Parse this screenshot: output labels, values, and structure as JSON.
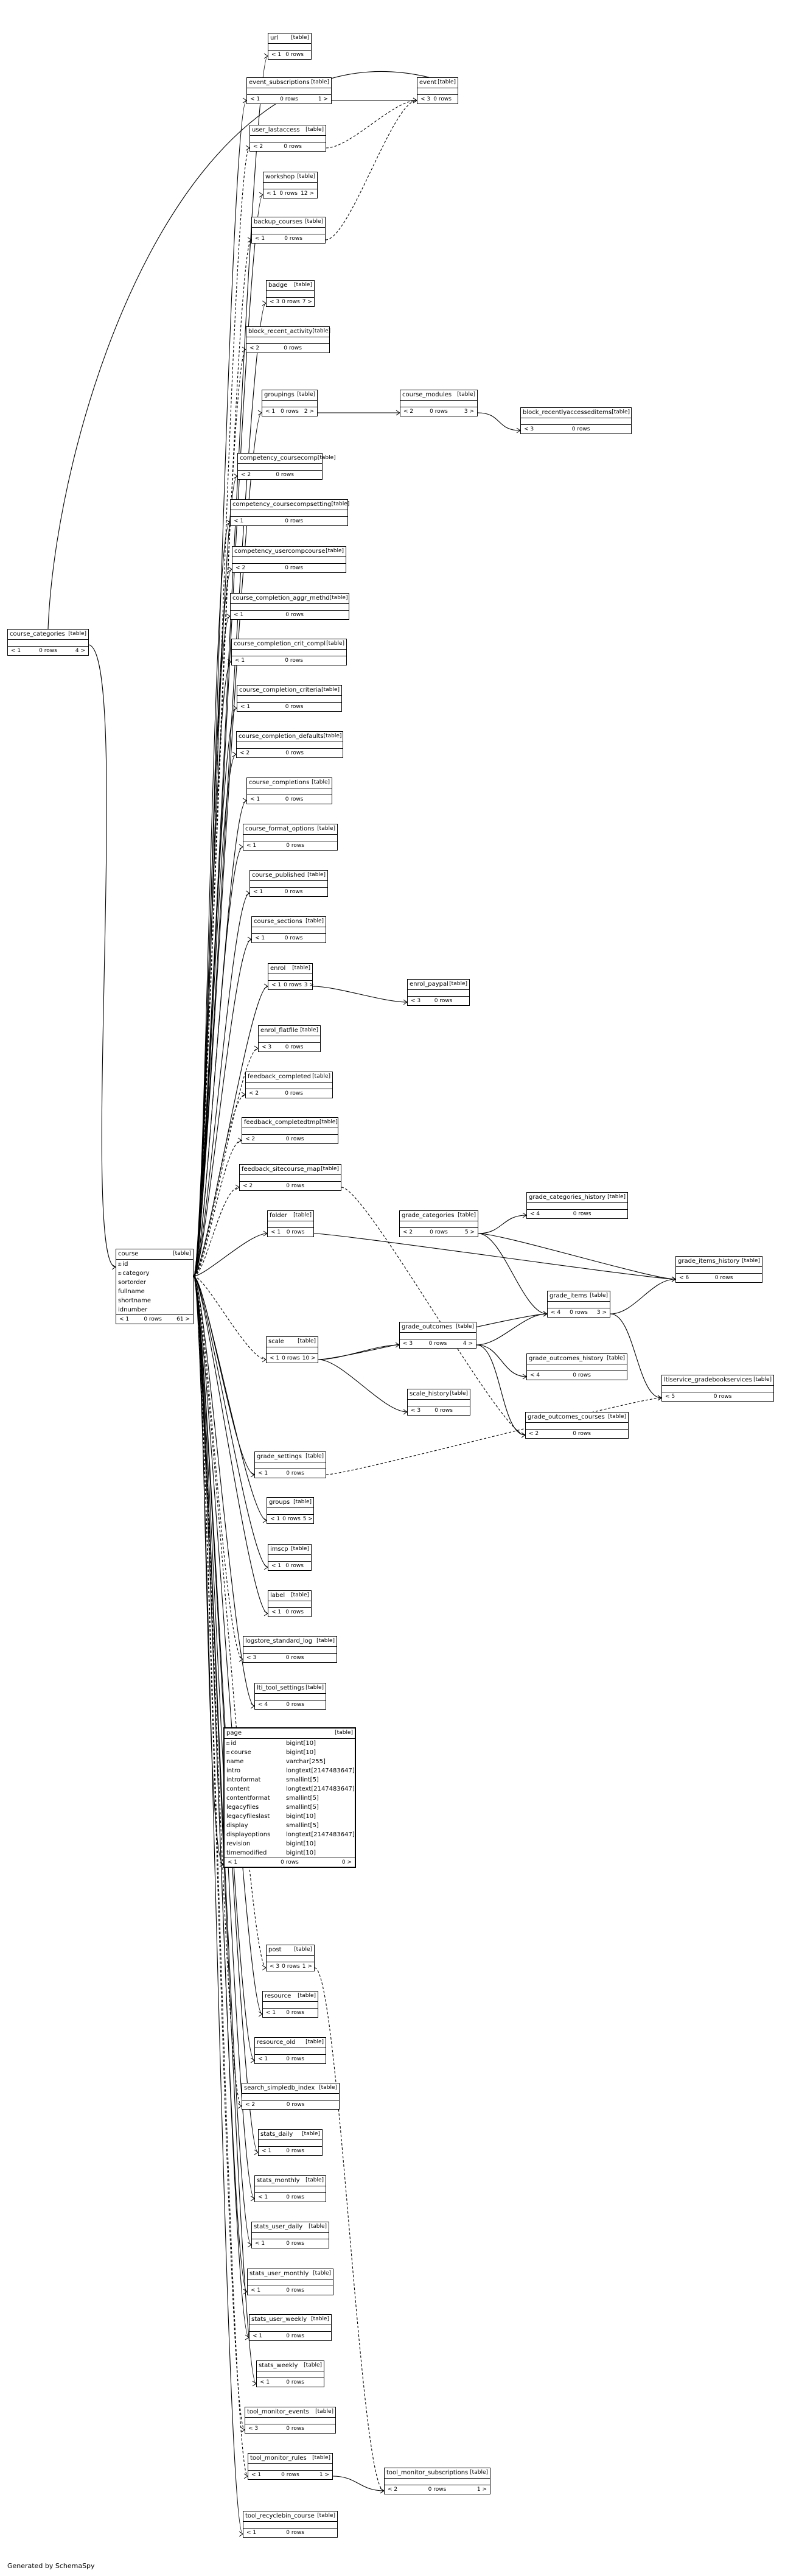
{
  "footer_text": "Generated by SchemaSpy",
  "tables": {
    "course": {
      "name": "course",
      "kind": "[table]",
      "cols": [
        "id",
        "category",
        "sortorder",
        "fullname",
        "shortname",
        "idnumber"
      ],
      "foot": [
        "< 1",
        "0 rows",
        "61 >"
      ]
    },
    "course_categories": {
      "name": "course_categories",
      "kind": "[table]",
      "foot": [
        "< 1",
        "0 rows",
        "4 >"
      ]
    },
    "url": {
      "name": "url",
      "kind": "[table]",
      "foot": [
        "< 1",
        "0 rows",
        ""
      ]
    },
    "event_subscriptions": {
      "name": "event_subscriptions",
      "kind": "[table]",
      "foot": [
        "< 1",
        "0 rows",
        "1 >"
      ]
    },
    "event": {
      "name": "event",
      "kind": "[table]",
      "foot": [
        "< 3",
        "0 rows",
        ""
      ]
    },
    "user_lastaccess": {
      "name": "user_lastaccess",
      "kind": "[table]",
      "foot": [
        "< 2",
        "0 rows",
        ""
      ]
    },
    "workshop": {
      "name": "workshop",
      "kind": "[table]",
      "foot": [
        "< 1",
        "0 rows",
        "12 >"
      ]
    },
    "backup_courses": {
      "name": "backup_courses",
      "kind": "[table]",
      "foot": [
        "< 1",
        "0 rows",
        ""
      ]
    },
    "badge": {
      "name": "badge",
      "kind": "[table]",
      "foot": [
        "< 3",
        "0 rows",
        "7 >"
      ]
    },
    "block_recent_activity": {
      "name": "block_recent_activity",
      "kind": "[table]",
      "foot": [
        "< 2",
        "0 rows",
        ""
      ]
    },
    "groupings": {
      "name": "groupings",
      "kind": "[table]",
      "foot": [
        "< 1",
        "0 rows",
        "2 >"
      ]
    },
    "course_modules": {
      "name": "course_modules",
      "kind": "[table]",
      "foot": [
        "< 2",
        "0 rows",
        "3 >"
      ]
    },
    "block_recentlyaccesseditems": {
      "name": "block_recentlyaccesseditems",
      "kind": "[table]",
      "foot": [
        "< 3",
        "0 rows",
        ""
      ]
    },
    "competency_coursecomp": {
      "name": "competency_coursecomp",
      "kind": "[table]",
      "foot": [
        "< 2",
        "0 rows",
        ""
      ]
    },
    "competency_coursecompsetting": {
      "name": "competency_coursecompsetting",
      "kind": "[table]",
      "foot": [
        "< 1",
        "0 rows",
        ""
      ]
    },
    "competency_usercompcourse": {
      "name": "competency_usercompcourse",
      "kind": "[table]",
      "foot": [
        "< 2",
        "0 rows",
        ""
      ]
    },
    "course_completion_aggr_methd": {
      "name": "course_completion_aggr_methd",
      "kind": "[table]",
      "foot": [
        "< 1",
        "0 rows",
        ""
      ]
    },
    "course_completion_crit_compl": {
      "name": "course_completion_crit_compl",
      "kind": "[table]",
      "foot": [
        "< 1",
        "0 rows",
        ""
      ]
    },
    "course_completion_criteria": {
      "name": "course_completion_criteria",
      "kind": "[table]",
      "foot": [
        "< 1",
        "0 rows",
        ""
      ]
    },
    "course_completion_defaults": {
      "name": "course_completion_defaults",
      "kind": "[table]",
      "foot": [
        "< 2",
        "0 rows",
        ""
      ]
    },
    "course_completions": {
      "name": "course_completions",
      "kind": "[table]",
      "foot": [
        "< 1",
        "0 rows",
        ""
      ]
    },
    "course_format_options": {
      "name": "course_format_options",
      "kind": "[table]",
      "foot": [
        "< 1",
        "0 rows",
        ""
      ]
    },
    "course_published": {
      "name": "course_published",
      "kind": "[table]",
      "foot": [
        "< 1",
        "0 rows",
        ""
      ]
    },
    "course_sections": {
      "name": "course_sections",
      "kind": "[table]",
      "foot": [
        "< 1",
        "0 rows",
        ""
      ]
    },
    "enrol": {
      "name": "enrol",
      "kind": "[table]",
      "foot": [
        "< 1",
        "0 rows",
        "3 >"
      ]
    },
    "enrol_paypal": {
      "name": "enrol_paypal",
      "kind": "[table]",
      "foot": [
        "< 3",
        "0 rows",
        ""
      ]
    },
    "enrol_flatfile": {
      "name": "enrol_flatfile",
      "kind": "[table]",
      "foot": [
        "< 3",
        "0 rows",
        ""
      ]
    },
    "feedback_completed": {
      "name": "feedback_completed",
      "kind": "[table]",
      "foot": [
        "< 2",
        "0 rows",
        ""
      ]
    },
    "feedback_completedtmp": {
      "name": "feedback_completedtmp",
      "kind": "[table]",
      "foot": [
        "< 2",
        "0 rows",
        ""
      ]
    },
    "feedback_sitecourse_map": {
      "name": "feedback_sitecourse_map",
      "kind": "[table]",
      "foot": [
        "< 2",
        "0 rows",
        ""
      ]
    },
    "folder": {
      "name": "folder",
      "kind": "[table]",
      "foot": [
        "< 1",
        "0 rows",
        ""
      ]
    },
    "grade_categories": {
      "name": "grade_categories",
      "kind": "[table]",
      "foot": [
        "< 2",
        "0 rows",
        "5 >"
      ]
    },
    "grade_categories_history": {
      "name": "grade_categories_history",
      "kind": "[table]",
      "foot": [
        "< 4",
        "0 rows",
        ""
      ]
    },
    "grade_items_history": {
      "name": "grade_items_history",
      "kind": "[table]",
      "foot": [
        "< 6",
        "0 rows",
        ""
      ]
    },
    "grade_items": {
      "name": "grade_items",
      "kind": "[table]",
      "foot": [
        "< 4",
        "0 rows",
        "3 >"
      ]
    },
    "scale": {
      "name": "scale",
      "kind": "[table]",
      "foot": [
        "< 1",
        "0 rows",
        "10 >"
      ]
    },
    "grade_outcomes": {
      "name": "grade_outcomes",
      "kind": "[table]",
      "foot": [
        "< 3",
        "0 rows",
        "4 >"
      ]
    },
    "grade_outcomes_history": {
      "name": "grade_outcomes_history",
      "kind": "[table]",
      "foot": [
        "< 4",
        "0 rows",
        ""
      ]
    },
    "ltiservice_gradebookservices": {
      "name": "ltiservice_gradebookservices",
      "kind": "[table]",
      "foot": [
        "< 5",
        "0 rows",
        ""
      ]
    },
    "scale_history": {
      "name": "scale_history",
      "kind": "[table]",
      "foot": [
        "< 3",
        "0 rows",
        ""
      ]
    },
    "grade_outcomes_courses": {
      "name": "grade_outcomes_courses",
      "kind": "[table]",
      "foot": [
        "< 2",
        "0 rows",
        ""
      ]
    },
    "grade_settings": {
      "name": "grade_settings",
      "kind": "[table]",
      "foot": [
        "< 1",
        "0 rows",
        ""
      ]
    },
    "groups": {
      "name": "groups",
      "kind": "[table]",
      "foot": [
        "< 1",
        "0 rows",
        "5 >"
      ]
    },
    "imscp": {
      "name": "imscp",
      "kind": "[table]",
      "foot": [
        "< 1",
        "0 rows",
        ""
      ]
    },
    "label": {
      "name": "label",
      "kind": "[table]",
      "foot": [
        "< 1",
        "0 rows",
        ""
      ]
    },
    "logstore_standard_log": {
      "name": "logstore_standard_log",
      "kind": "[table]",
      "foot": [
        "< 3",
        "0 rows",
        ""
      ]
    },
    "lti_tool_settings": {
      "name": "lti_tool_settings",
      "kind": "[table]",
      "foot": [
        "< 4",
        "0 rows",
        ""
      ]
    },
    "page": {
      "name": "page",
      "kind": "[table]",
      "cols": [
        {
          "n": "id",
          "t": "bigint[10]"
        },
        {
          "n": "course",
          "t": "bigint[10]"
        },
        {
          "n": "name",
          "t": "varchar[255]"
        },
        {
          "n": "intro",
          "t": "longtext[2147483647]"
        },
        {
          "n": "introformat",
          "t": "smallint[5]"
        },
        {
          "n": "content",
          "t": "longtext[2147483647]"
        },
        {
          "n": "contentformat",
          "t": "smallint[5]"
        },
        {
          "n": "legacyfiles",
          "t": "smallint[5]"
        },
        {
          "n": "legacyfileslast",
          "t": "bigint[10]"
        },
        {
          "n": "display",
          "t": "smallint[5]"
        },
        {
          "n": "displayoptions",
          "t": "longtext[2147483647]"
        },
        {
          "n": "revision",
          "t": "bigint[10]"
        },
        {
          "n": "timemodified",
          "t": "bigint[10]"
        }
      ],
      "foot": [
        "< 1",
        "0 rows",
        "0 >"
      ]
    },
    "post": {
      "name": "post",
      "kind": "[table]",
      "foot": [
        "< 3",
        "0 rows",
        "1 >"
      ]
    },
    "resource": {
      "name": "resource",
      "kind": "[table]",
      "foot": [
        "< 1",
        "0 rows",
        ""
      ]
    },
    "resource_old": {
      "name": "resource_old",
      "kind": "[table]",
      "foot": [
        "< 1",
        "0 rows",
        ""
      ]
    },
    "search_simpledb_index": {
      "name": "search_simpledb_index",
      "kind": "[table]",
      "foot": [
        "< 2",
        "0 rows",
        ""
      ]
    },
    "stats_daily": {
      "name": "stats_daily",
      "kind": "[table]",
      "foot": [
        "< 1",
        "0 rows",
        ""
      ]
    },
    "stats_monthly": {
      "name": "stats_monthly",
      "kind": "[table]",
      "foot": [
        "< 1",
        "0 rows",
        ""
      ]
    },
    "stats_user_daily": {
      "name": "stats_user_daily",
      "kind": "[table]",
      "foot": [
        "< 1",
        "0 rows",
        ""
      ]
    },
    "stats_user_monthly": {
      "name": "stats_user_monthly",
      "kind": "[table]",
      "foot": [
        "< 1",
        "0 rows",
        ""
      ]
    },
    "stats_user_weekly": {
      "name": "stats_user_weekly",
      "kind": "[table]",
      "foot": [
        "< 1",
        "0 rows",
        ""
      ]
    },
    "stats_weekly": {
      "name": "stats_weekly",
      "kind": "[table]",
      "foot": [
        "< 1",
        "0 rows",
        ""
      ]
    },
    "tool_monitor_events": {
      "name": "tool_monitor_events",
      "kind": "[table]",
      "foot": [
        "< 3",
        "0 rows",
        ""
      ]
    },
    "tool_monitor_rules": {
      "name": "tool_monitor_rules",
      "kind": "[table]",
      "foot": [
        "< 1",
        "0 rows",
        "1 >"
      ]
    },
    "tool_monitor_subscriptions": {
      "name": "tool_monitor_subscriptions",
      "kind": "[table]",
      "foot": [
        "< 2",
        "0 rows",
        "1 >"
      ]
    },
    "tool_recyclebin_course": {
      "name": "tool_recyclebin_course",
      "kind": "[table]",
      "foot": [
        "< 1",
        "0 rows",
        ""
      ]
    }
  }
}
